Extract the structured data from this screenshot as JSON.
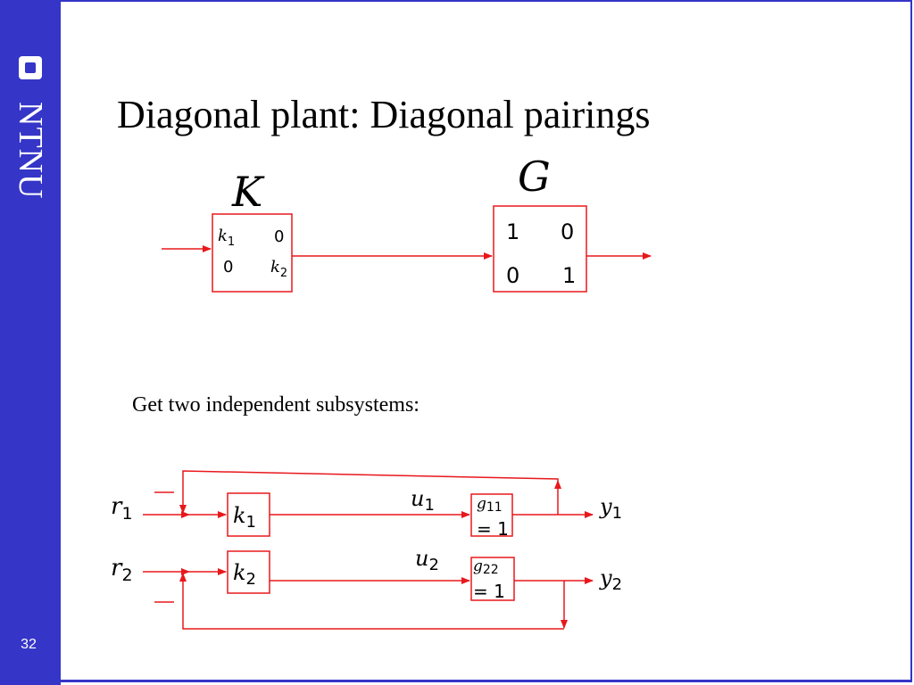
{
  "slide": {
    "title": "Diagonal plant: Diagonal pairings",
    "caption": "Get two independent subsystems:",
    "page_number": "32"
  },
  "brand": {
    "logo_text": "NTNU",
    "logo_icon": "ntnu-square-icon",
    "sidebar_color": "#3535c8",
    "line_color": "#e8181c"
  },
  "top_diagram": {
    "controller_label": "K",
    "plant_label": "G",
    "controller_matrix": {
      "k1": "k",
      "k1_sub": "1",
      "k12": "0",
      "k21": "0",
      "k2": "k",
      "k2_sub": "2"
    },
    "plant_matrix": {
      "g11": "1",
      "g12": "0",
      "g21": "0",
      "g22": "1"
    }
  },
  "bottom_diagram": {
    "r1": "r",
    "r1_sub": "1",
    "r2": "r",
    "r2_sub": "2",
    "u1": "u",
    "u1_sub": "1",
    "u2": "u",
    "u2_sub": "2",
    "y1": "y",
    "y1_sub": "1",
    "y2": "y",
    "y2_sub": "2",
    "k1": "k",
    "k1_sub": "1",
    "k2": "k",
    "k2_sub": "2",
    "g11": "g",
    "g11_sub": "11",
    "g11_value": "= 1",
    "g22": "g",
    "g22_sub": "22",
    "g22_value": "= 1"
  }
}
